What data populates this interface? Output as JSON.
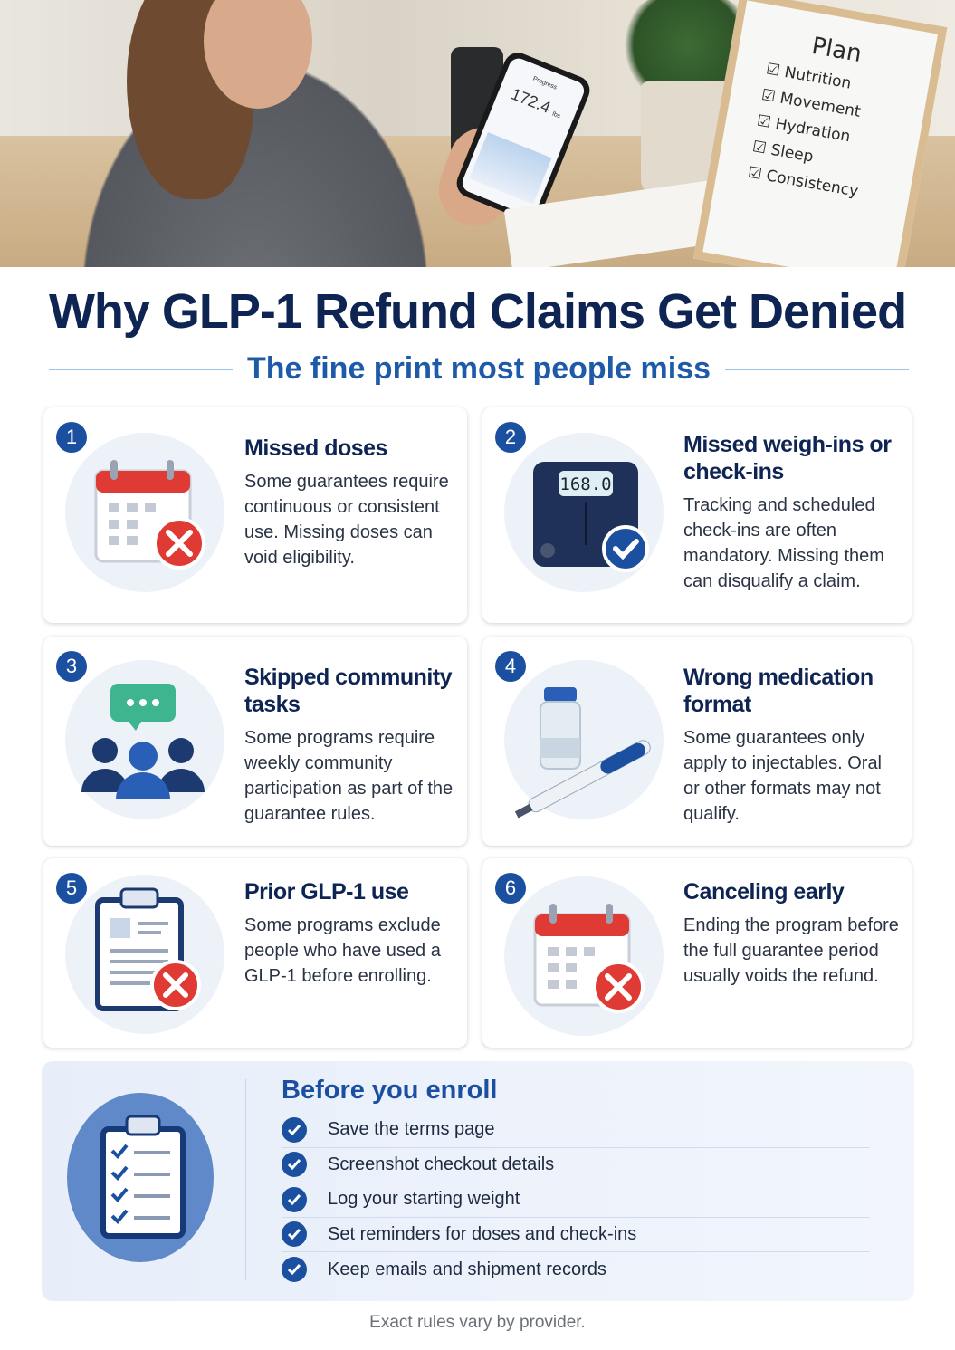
{
  "photo": {
    "phone": {
      "header": "Progress",
      "weight": "172.4",
      "unit": "lbs"
    },
    "scale_reading": "168.0",
    "board": {
      "title": "Plan",
      "items": [
        "Nutrition",
        "Movement",
        "Hydration",
        "Sleep",
        "Consistency"
      ]
    }
  },
  "title": "Why GLP-1 Refund Claims Get Denied",
  "subtitle": "The fine print most people miss",
  "colors": {
    "navy": "#0e2452",
    "accent": "#1b4fa0",
    "red": "#e03a35",
    "light_blue": "#9cc4ea"
  },
  "cards": [
    {
      "number": "1",
      "title": "Missed doses",
      "text": "Some guarantees require continuous or consistent use. Missing doses can void eligibility.",
      "icon": "calendar-x-icon"
    },
    {
      "number": "2",
      "title": "Missed weigh-ins or check-ins",
      "text": "Tracking and scheduled check-ins are often mandatory. Missing them can disqualify a claim.",
      "icon": "scale-check-icon"
    },
    {
      "number": "3",
      "title": "Skipped community tasks",
      "text": "Some programs require weekly community participation as part of the guarantee rules.",
      "icon": "community-chat-icon"
    },
    {
      "number": "4",
      "title": "Wrong medication format",
      "text": "Some guarantees only apply to injectables. Oral or other formats may not qualify.",
      "icon": "vial-pen-icon"
    },
    {
      "number": "5",
      "title": "Prior GLP-1 use",
      "text": "Some programs exclude people who have used a GLP-1 before enrolling.",
      "icon": "clipboard-x-icon"
    },
    {
      "number": "6",
      "title": "Canceling early",
      "text": "Ending the program before the full guarantee period usually voids the refund.",
      "icon": "calendar-x-icon"
    }
  ],
  "checklist": {
    "title": "Before you enroll",
    "items": [
      "Save the terms page",
      "Screenshot checkout details",
      "Log your starting weight",
      "Set reminders for doses and check-ins",
      "Keep emails and shipment records"
    ]
  },
  "footer": "Exact rules vary by provider."
}
